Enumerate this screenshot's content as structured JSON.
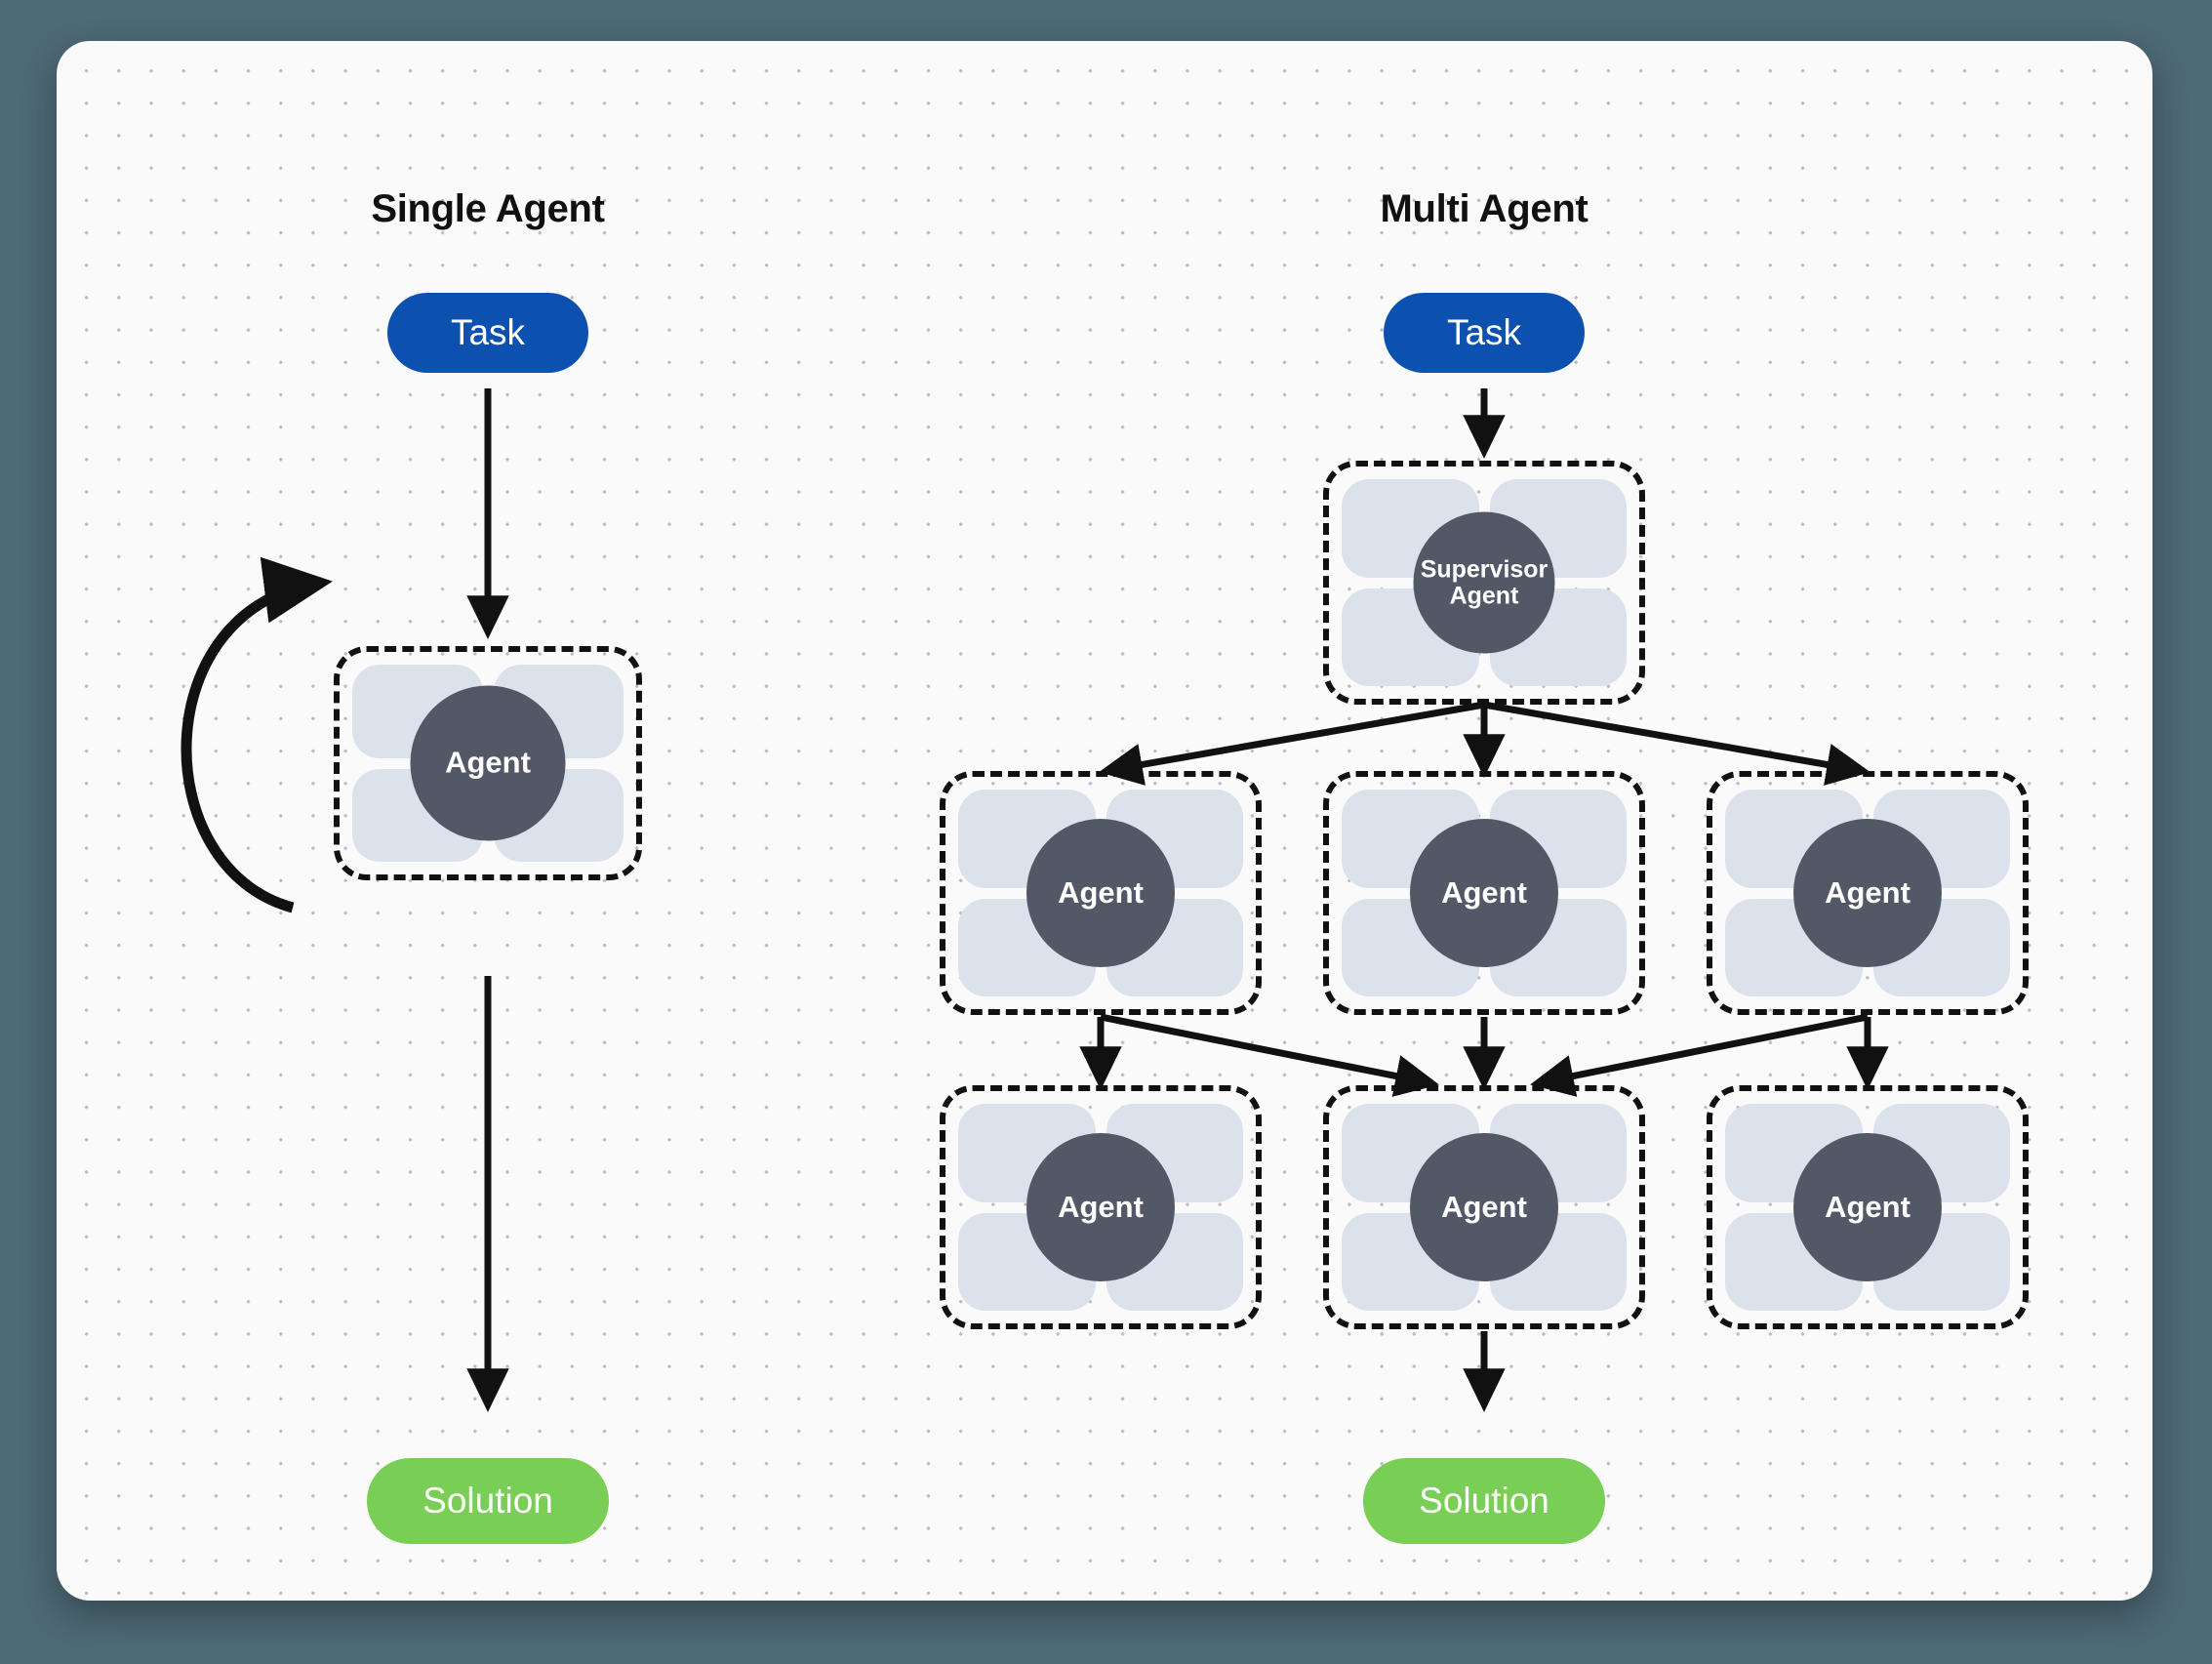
{
  "diagram": {
    "title_left": "Single Agent",
    "title_right": "Multi Agent",
    "colors": {
      "page_background": "#4d6975",
      "canvas_background": "#fafafa",
      "grid_dot": "#b9bcc2",
      "task_blue": "#0c51af",
      "solution_green": "#79cf55",
      "agent_core_gray": "#535866",
      "petal_blue_gray": "#dce2ec",
      "stroke_black": "#111111"
    }
  },
  "single_agent": {
    "heading": "Single Agent",
    "task": {
      "label": "Task"
    },
    "agent": {
      "label": "Agent"
    },
    "solution": {
      "label": "Solution"
    },
    "edges": [
      {
        "name": "task-to-agent",
        "from": "Task",
        "to": "Agent",
        "style": "straight-arrow"
      },
      {
        "name": "agent-self-loop",
        "from": "Agent",
        "to": "Agent",
        "style": "curved-arrow"
      },
      {
        "name": "agent-to-solution",
        "from": "Agent",
        "to": "Solution",
        "style": "straight-arrow"
      }
    ]
  },
  "multi_agent": {
    "heading": "Multi Agent",
    "task": {
      "label": "Task"
    },
    "supervisor": {
      "label_line1": "Supervisor",
      "label_line2": "Agent"
    },
    "row1": [
      {
        "label": "Agent"
      },
      {
        "label": "Agent"
      },
      {
        "label": "Agent"
      }
    ],
    "row2": [
      {
        "label": "Agent"
      },
      {
        "label": "Agent"
      },
      {
        "label": "Agent"
      }
    ],
    "solution": {
      "label": "Solution"
    },
    "edges": [
      {
        "name": "task-to-supervisor",
        "from": "Task",
        "to": "Supervisor Agent",
        "style": "straight-arrow"
      },
      {
        "name": "supervisor-to-row1-left",
        "from": "Supervisor Agent",
        "to": "Agent (row 1, left)",
        "style": "straight-arrow"
      },
      {
        "name": "supervisor-to-row1-center",
        "from": "Supervisor Agent",
        "to": "Agent (row 1, center)",
        "style": "straight-arrow"
      },
      {
        "name": "supervisor-to-row1-right",
        "from": "Supervisor Agent",
        "to": "Agent (row 1, right)",
        "style": "straight-arrow"
      },
      {
        "name": "row1-left-to-row2-left",
        "from": "Agent (row 1, left)",
        "to": "Agent (row 2, left)",
        "style": "straight-arrow"
      },
      {
        "name": "row1-left-to-row2-center",
        "from": "Agent (row 1, left)",
        "to": "Agent (row 2, center)",
        "style": "straight-arrow"
      },
      {
        "name": "row1-center-to-row2-center",
        "from": "Agent (row 1, center)",
        "to": "Agent (row 2, center)",
        "style": "straight-arrow"
      },
      {
        "name": "row1-right-to-row2-right",
        "from": "Agent (row 1, right)",
        "to": "Agent (row 2, right)",
        "style": "straight-arrow"
      },
      {
        "name": "row1-right-to-row2-center",
        "from": "Agent (row 1, right)",
        "to": "Agent (row 2, center)",
        "style": "straight-arrow"
      },
      {
        "name": "row2-center-to-solution",
        "from": "Agent (row 2, center)",
        "to": "Solution",
        "style": "straight-arrow"
      }
    ]
  }
}
